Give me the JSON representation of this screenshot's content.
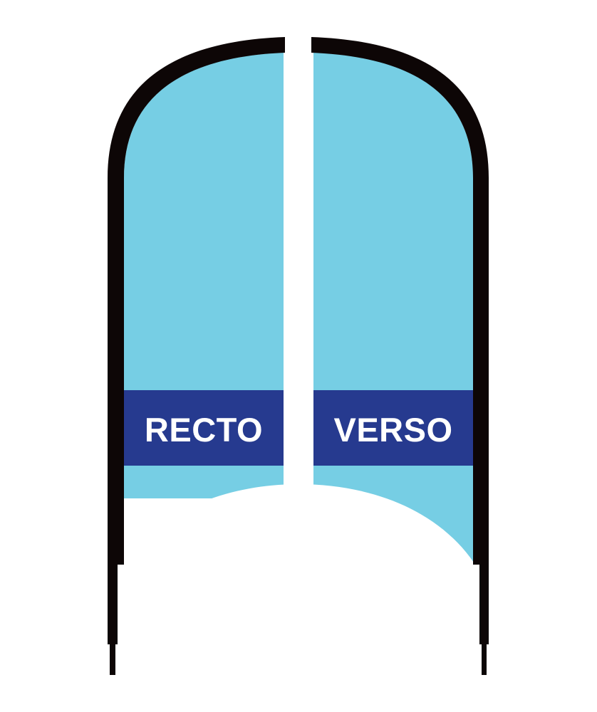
{
  "illustration": {
    "subject": "beach flag banner, double-sided",
    "colors": {
      "background": "#ffffff",
      "flag_fill": "#76cee4",
      "band_fill": "#263a8f",
      "pole": "#0d0606",
      "label_text": "#ffffff"
    },
    "panels": [
      {
        "side": "left",
        "label": "RECTO"
      },
      {
        "side": "right",
        "label": "VERSO"
      }
    ]
  }
}
